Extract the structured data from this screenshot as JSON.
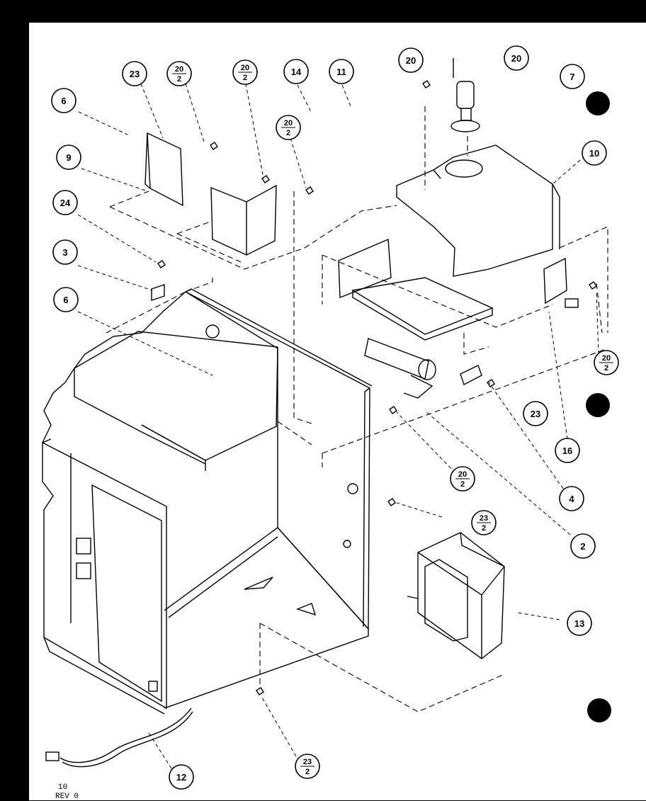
{
  "callouts": {
    "c23a": "23",
    "c20a_n": "20",
    "c20a_d": "2",
    "c20b_n": "20",
    "c20b_d": "2",
    "c14": "14",
    "c11": "11",
    "c20c": "20",
    "c20d": "20",
    "c7": "7",
    "c6a": "6",
    "c9": "9",
    "c10": "10",
    "c20e_n": "20",
    "c20e_d": "2",
    "c24": "24",
    "c3": "3",
    "c6b": "6",
    "c20f_n": "20",
    "c20f_d": "2",
    "c23b": "23",
    "c16": "16",
    "c20g_n": "20",
    "c20g_d": "2",
    "c4": "4",
    "c23c_n": "23",
    "c23c_d": "2",
    "c2": "2",
    "c13": "13",
    "c12": "12",
    "c23d_n": "23",
    "c23d_d": "2"
  },
  "footer": {
    "line1": "10",
    "line2": "REV 0"
  },
  "colors": {
    "background": "#000000",
    "sheet": "#ffffff",
    "ink": "#000000"
  }
}
